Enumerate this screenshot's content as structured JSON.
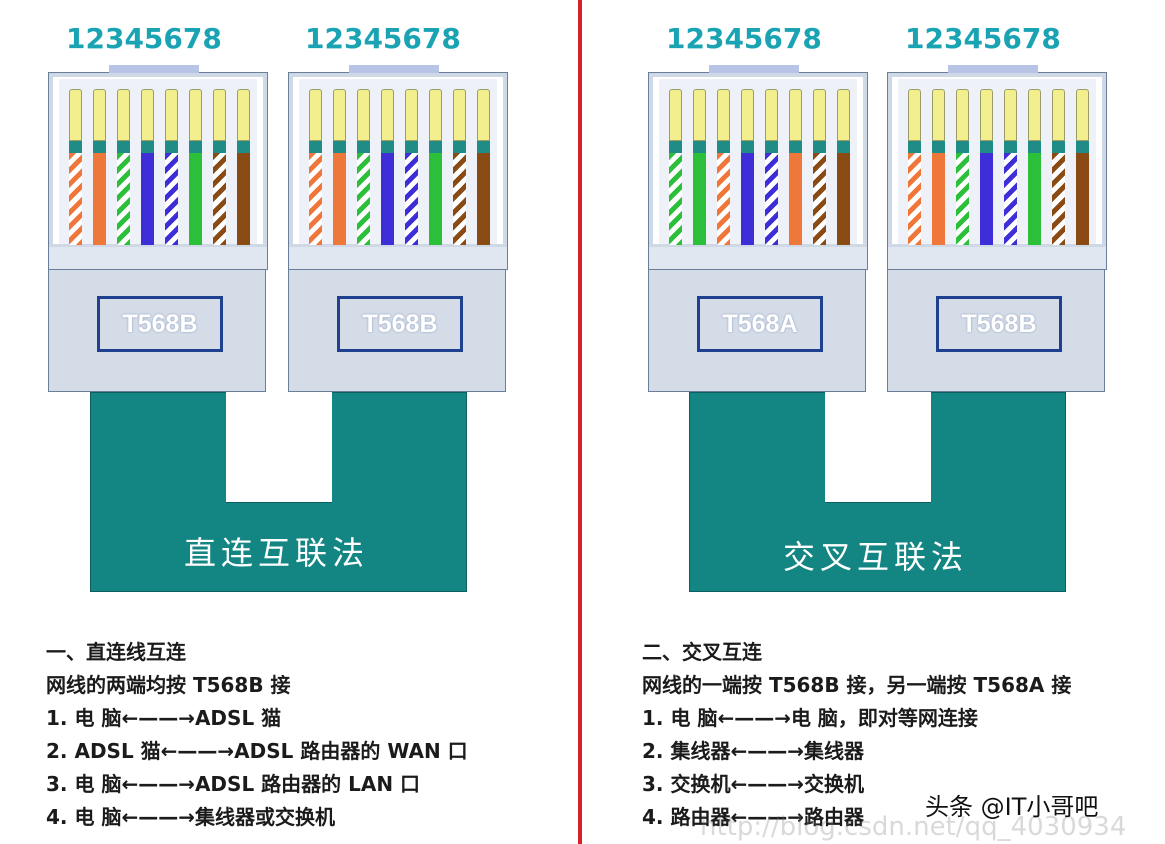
{
  "pin_numbers": "12345678",
  "colors": {
    "orange": "#f0773a",
    "green": "#2bbf3a",
    "blue": "#3d2ed8",
    "brown": "#8a4a14",
    "cable": "#138583",
    "divider": "#d9202a",
    "label_border": "#1f3f8f"
  },
  "wiring": {
    "T568B": [
      {
        "color": "orange",
        "striped": true
      },
      {
        "color": "orange",
        "striped": false
      },
      {
        "color": "green",
        "striped": true
      },
      {
        "color": "blue",
        "striped": false
      },
      {
        "color": "blue",
        "striped": true
      },
      {
        "color": "green",
        "striped": false
      },
      {
        "color": "brown",
        "striped": true
      },
      {
        "color": "brown",
        "striped": false
      }
    ],
    "T568A": [
      {
        "color": "green",
        "striped": true
      },
      {
        "color": "green",
        "striped": false
      },
      {
        "color": "orange",
        "striped": true
      },
      {
        "color": "blue",
        "striped": false
      },
      {
        "color": "blue",
        "striped": true
      },
      {
        "color": "orange",
        "striped": false
      },
      {
        "color": "brown",
        "striped": true
      },
      {
        "color": "brown",
        "striped": false
      }
    ]
  },
  "left": {
    "connector_labels": [
      "T568B",
      "T568B"
    ],
    "cable_title": "直连互联法",
    "notes": [
      "一、直连线互连",
      "网线的两端均按 T568B 接",
      "1. 电  脑←——→ADSL 猫",
      "2. ADSL 猫←——→ADSL 路由器的 WAN 口",
      "3. 电  脑←——→ADSL 路由器的 LAN 口",
      "4. 电  脑←——→集线器或交换机"
    ]
  },
  "right": {
    "connector_labels": [
      "T568A",
      "T568B"
    ],
    "cable_title": "交叉互联法",
    "notes": [
      "二、交叉互连",
      "网线的一端按 T568B 接，另一端按 T568A 接",
      "1. 电  脑←——→电  脑，即对等网连接",
      "2. 集线器←——→集线器",
      "3. 交换机←——→交换机",
      "4. 路由器←——→路由器"
    ]
  },
  "watermark": {
    "toutiao": "头条 @IT小哥吧",
    "url": "http://blog.csdn.net/qq_4030934"
  }
}
